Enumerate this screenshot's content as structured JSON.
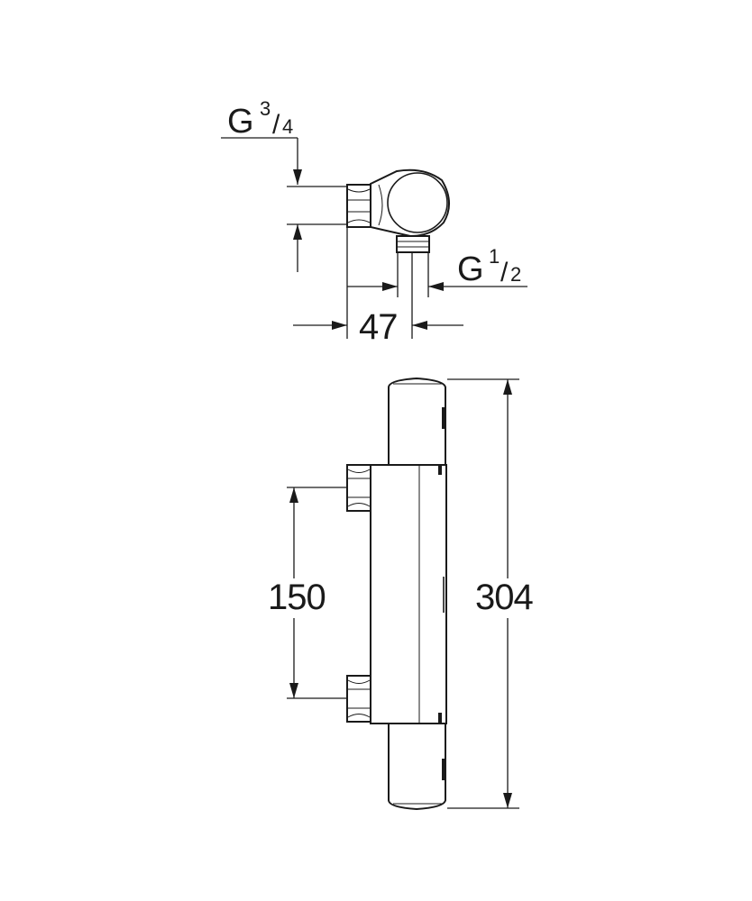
{
  "side_view": {
    "inlet_thread": {
      "prefix": "G",
      "numerator": "3",
      "denominator": "4"
    },
    "outlet_thread": {
      "prefix": "G",
      "numerator": "1",
      "denominator": "2"
    },
    "depth_dimension": "47"
  },
  "front_view": {
    "inlet_spacing_dimension": "150",
    "overall_length_dimension": "304"
  },
  "colors": {
    "line": "#1a1a1a",
    "background": "#ffffff"
  }
}
